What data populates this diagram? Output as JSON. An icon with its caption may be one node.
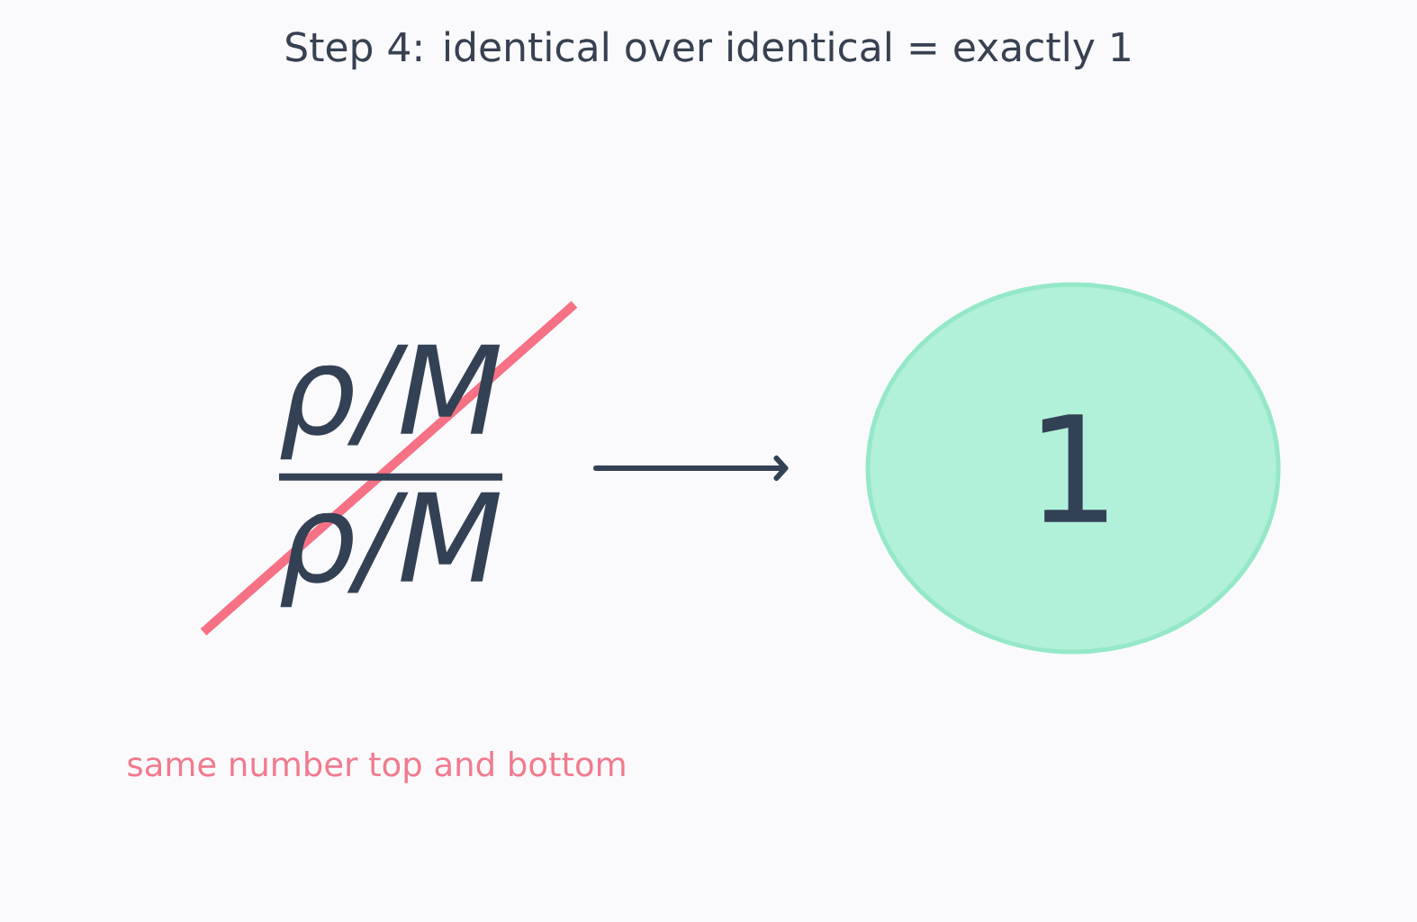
{
  "diagram": {
    "title": "Step 4: identical over identical = exactly 1",
    "nodes": [
      {
        "text": [
          "ρ/M",
          "ρ/M"
        ]
      },
      {
        "text": [
          "1"
        ]
      }
    ],
    "edges": [
      {
        "from": 0,
        "to": 1,
        "arrow": "to"
      }
    ],
    "labels": [
      "same number top and bottom"
    ]
  }
}
